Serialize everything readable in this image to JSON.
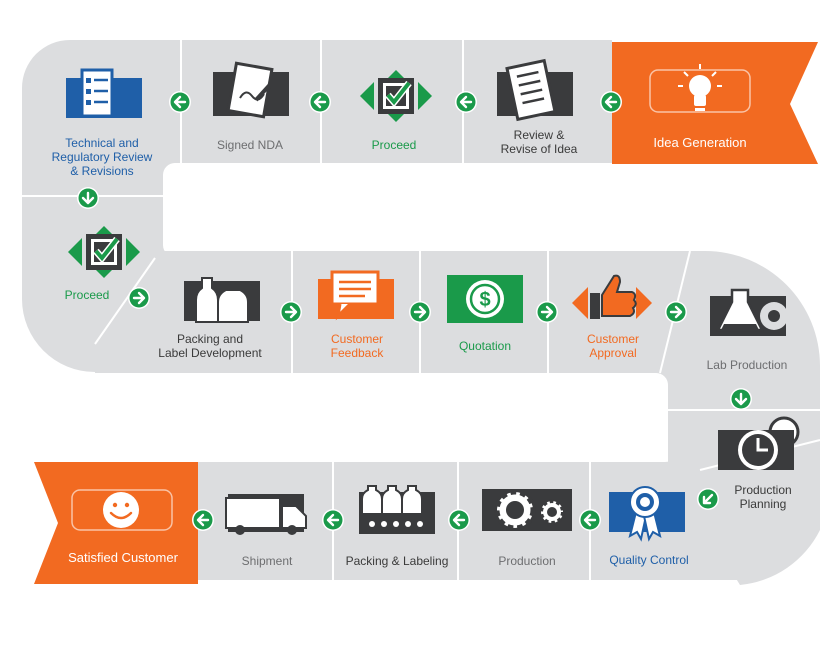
{
  "colors": {
    "track": "#dcdddf",
    "track_edge": "#ffffff",
    "orange": "#f26a21",
    "green": "#1a9a4a",
    "blue": "#1f5fa8",
    "dark_icon": "#3a3b3d"
  },
  "flow": {
    "row1": {
      "start": "Idea Generation",
      "review": "Review &\nRevise of Idea",
      "proceed": "Proceed",
      "nda": "Signed NDA",
      "technical": "Technical and\nRegulatory Review\n& Revisions"
    },
    "row2": {
      "proceed": "Proceed",
      "packing_dev": "Packing and\nLabel Development",
      "feedback": "Customer\nFeedback",
      "quotation": "Quotation",
      "approval": "Customer\nApproval",
      "lab": "Lab Production"
    },
    "row3": {
      "planning": "Production\nPlanning",
      "quality": "Quality Control",
      "production": "Production",
      "packing_labeling": "Packing & Labeling",
      "shipment": "Shipment",
      "end": "Satisfied Customer"
    }
  }
}
